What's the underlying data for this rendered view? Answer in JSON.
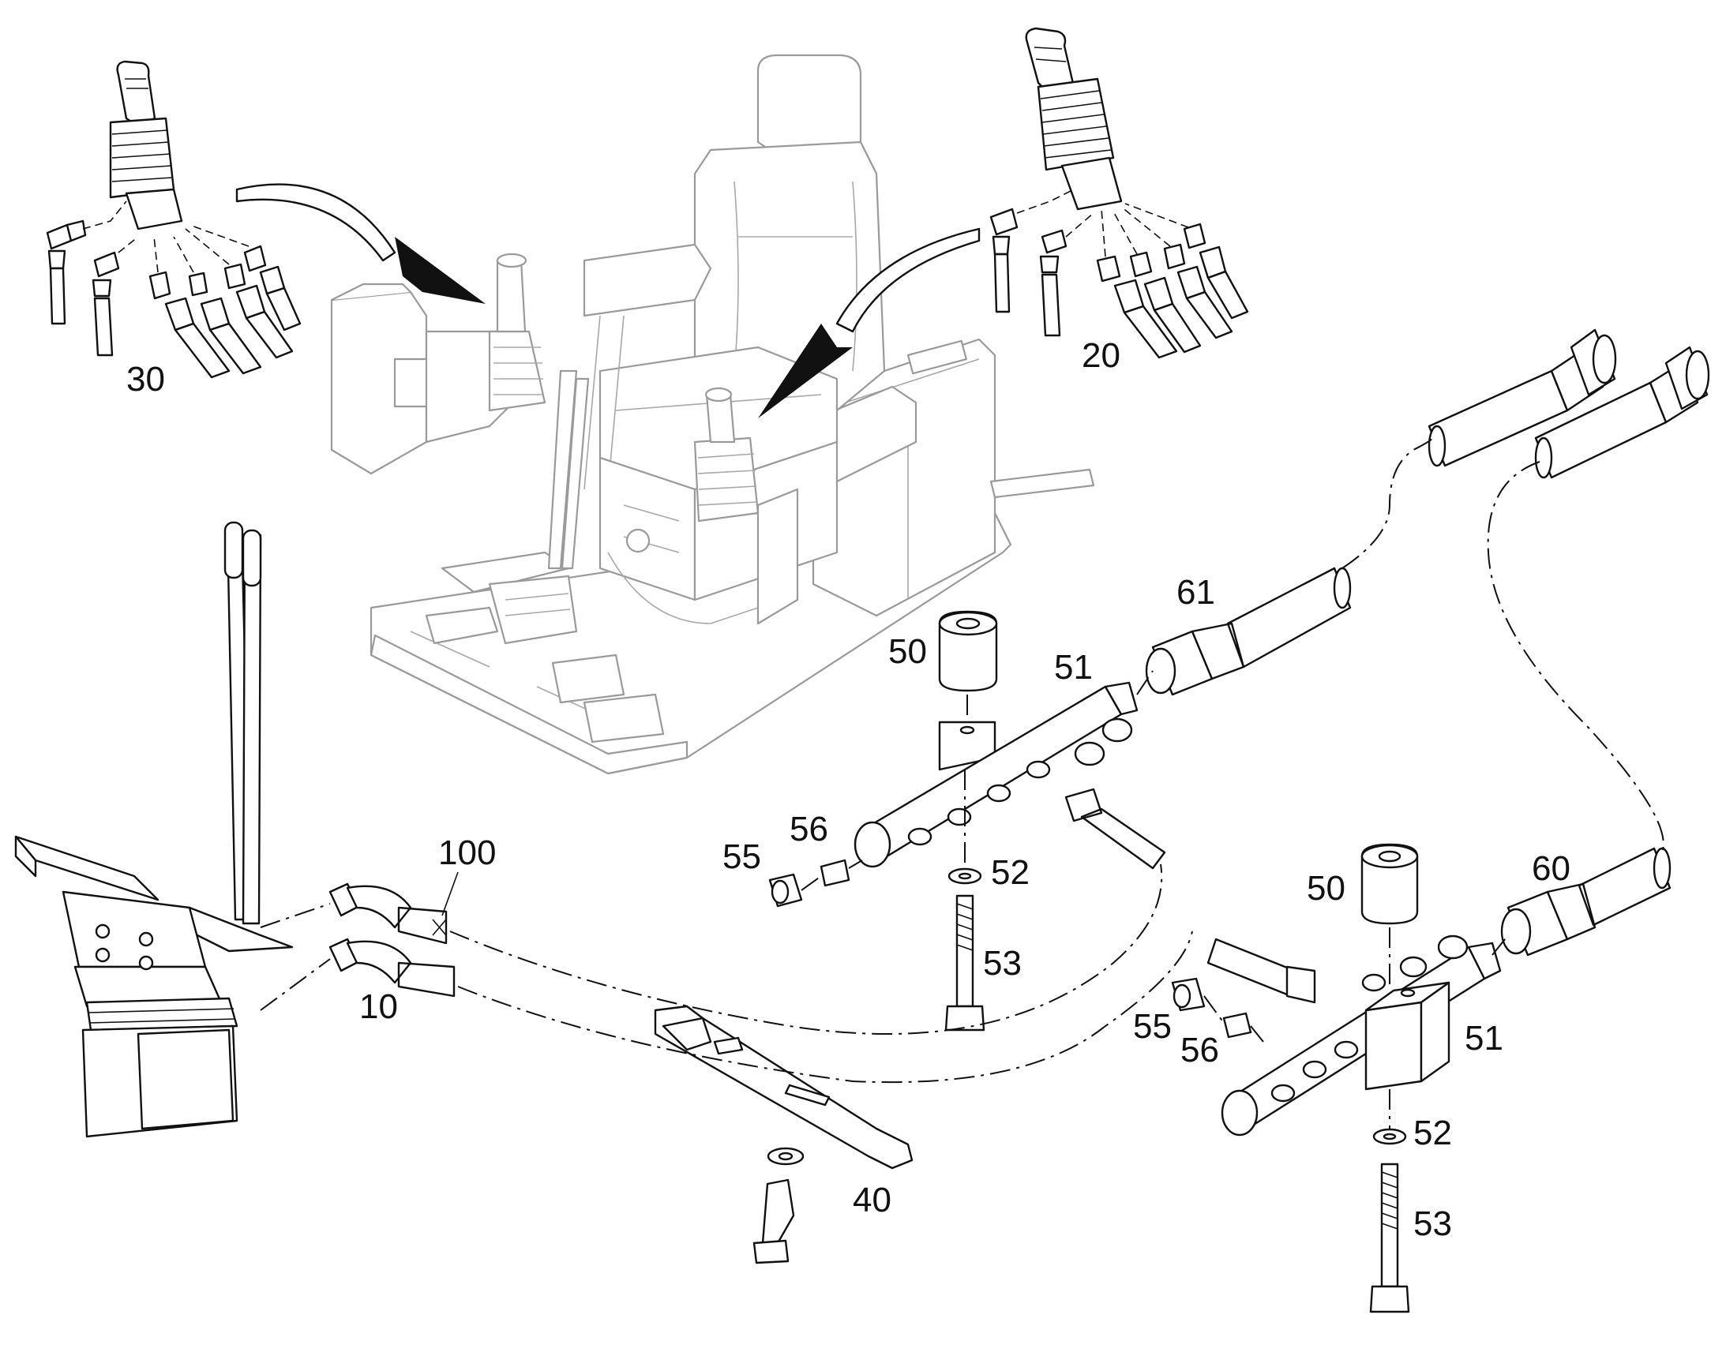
{
  "callouts": {
    "c10": "10",
    "c20": "20",
    "c30": "30",
    "c40": "40",
    "c50a": "50",
    "c50b": "50",
    "c51a": "51",
    "c51b": "51",
    "c52a": "52",
    "c52b": "52",
    "c53a": "53",
    "c53b": "53",
    "c55a": "55",
    "c55b": "55",
    "c56a": "56",
    "c56b": "56",
    "c60": "60",
    "c61": "61",
    "c100": "100"
  },
  "colors": {
    "line": "#111111",
    "background_line": "#9a9a9a",
    "paper": "#ffffff"
  }
}
